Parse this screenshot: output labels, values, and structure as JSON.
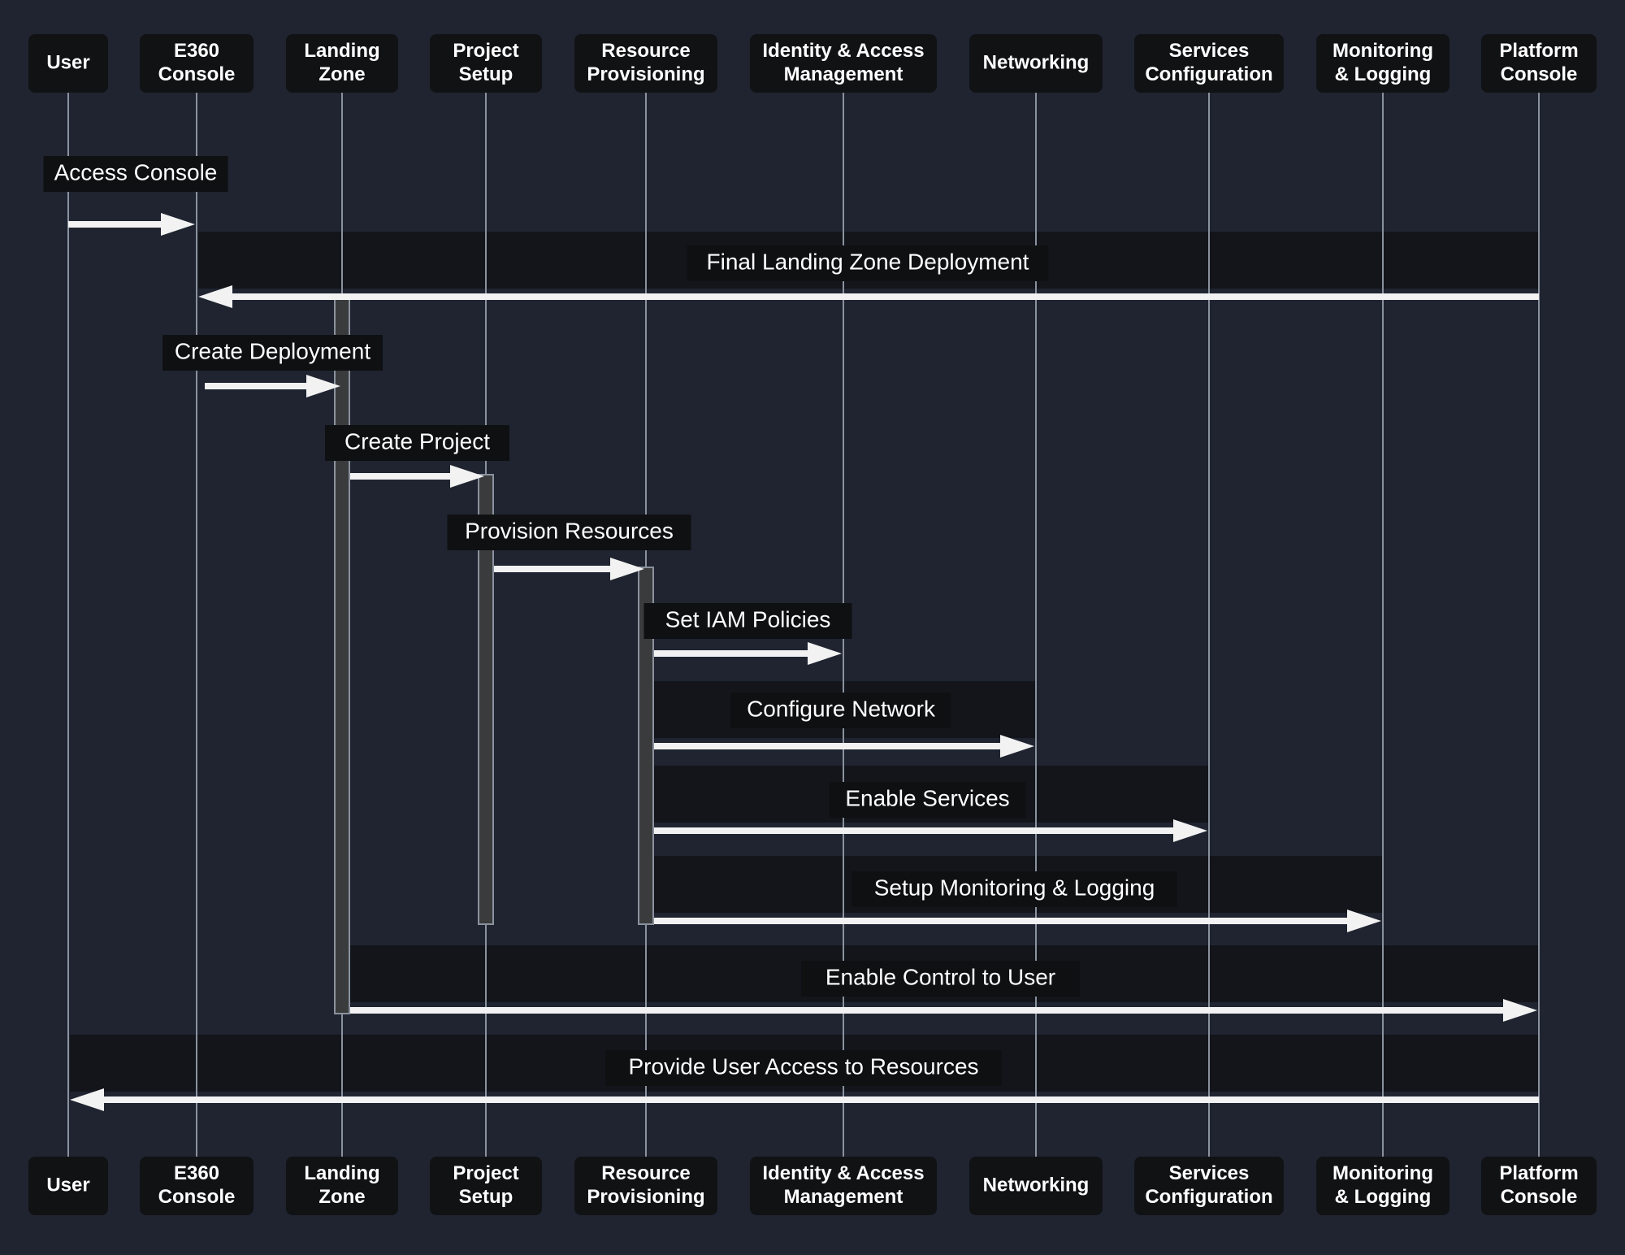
{
  "colors": {
    "background": "#1f2430",
    "actor_box": "#111214",
    "lifeline": "#8a929e",
    "arrow": "#f2f2f2",
    "label_box": "#0f1012",
    "band": "#13151b",
    "activation": "#3a3b3c",
    "activation_border": "#8a929e"
  },
  "actors": [
    {
      "id": "user",
      "lines": [
        "User"
      ]
    },
    {
      "id": "e360",
      "lines": [
        "E360",
        "Console"
      ]
    },
    {
      "id": "landing",
      "lines": [
        "Landing",
        "Zone"
      ]
    },
    {
      "id": "project",
      "lines": [
        "Project",
        "Setup"
      ]
    },
    {
      "id": "resource",
      "lines": [
        "Resource",
        "Provisioning"
      ]
    },
    {
      "id": "iam",
      "lines": [
        "Identity & Access",
        "Management"
      ]
    },
    {
      "id": "network",
      "lines": [
        "Networking"
      ]
    },
    {
      "id": "services",
      "lines": [
        "Services",
        "Configuration"
      ]
    },
    {
      "id": "monitoring",
      "lines": [
        "Monitoring",
        "& Logging"
      ]
    },
    {
      "id": "platform",
      "lines": [
        "Platform",
        "Console"
      ]
    }
  ],
  "messages": [
    {
      "from": "user",
      "to": "e360",
      "label": "Access Console"
    },
    {
      "from": "platform",
      "to": "e360",
      "label": "Final Landing Zone Deployment"
    },
    {
      "from": "e360",
      "to": "landing",
      "label": "Create Deployment"
    },
    {
      "from": "landing",
      "to": "project",
      "label": "Create Project"
    },
    {
      "from": "project",
      "to": "resource",
      "label": "Provision Resources"
    },
    {
      "from": "resource",
      "to": "iam",
      "label": "Set IAM Policies"
    },
    {
      "from": "resource",
      "to": "network",
      "label": "Configure Network"
    },
    {
      "from": "resource",
      "to": "services",
      "label": "Enable Services"
    },
    {
      "from": "resource",
      "to": "monitoring",
      "label": "Setup Monitoring & Logging"
    },
    {
      "from": "landing",
      "to": "platform",
      "label": "Enable Control to User"
    },
    {
      "from": "platform",
      "to": "user",
      "label": "Provide User Access to Resources"
    }
  ],
  "activations": [
    {
      "actor": "landing",
      "from_message": 1,
      "to_message": 9
    },
    {
      "actor": "project",
      "from_message": 3,
      "to_message": 8
    },
    {
      "actor": "resource",
      "from_message": 4,
      "to_message": 8
    }
  ]
}
